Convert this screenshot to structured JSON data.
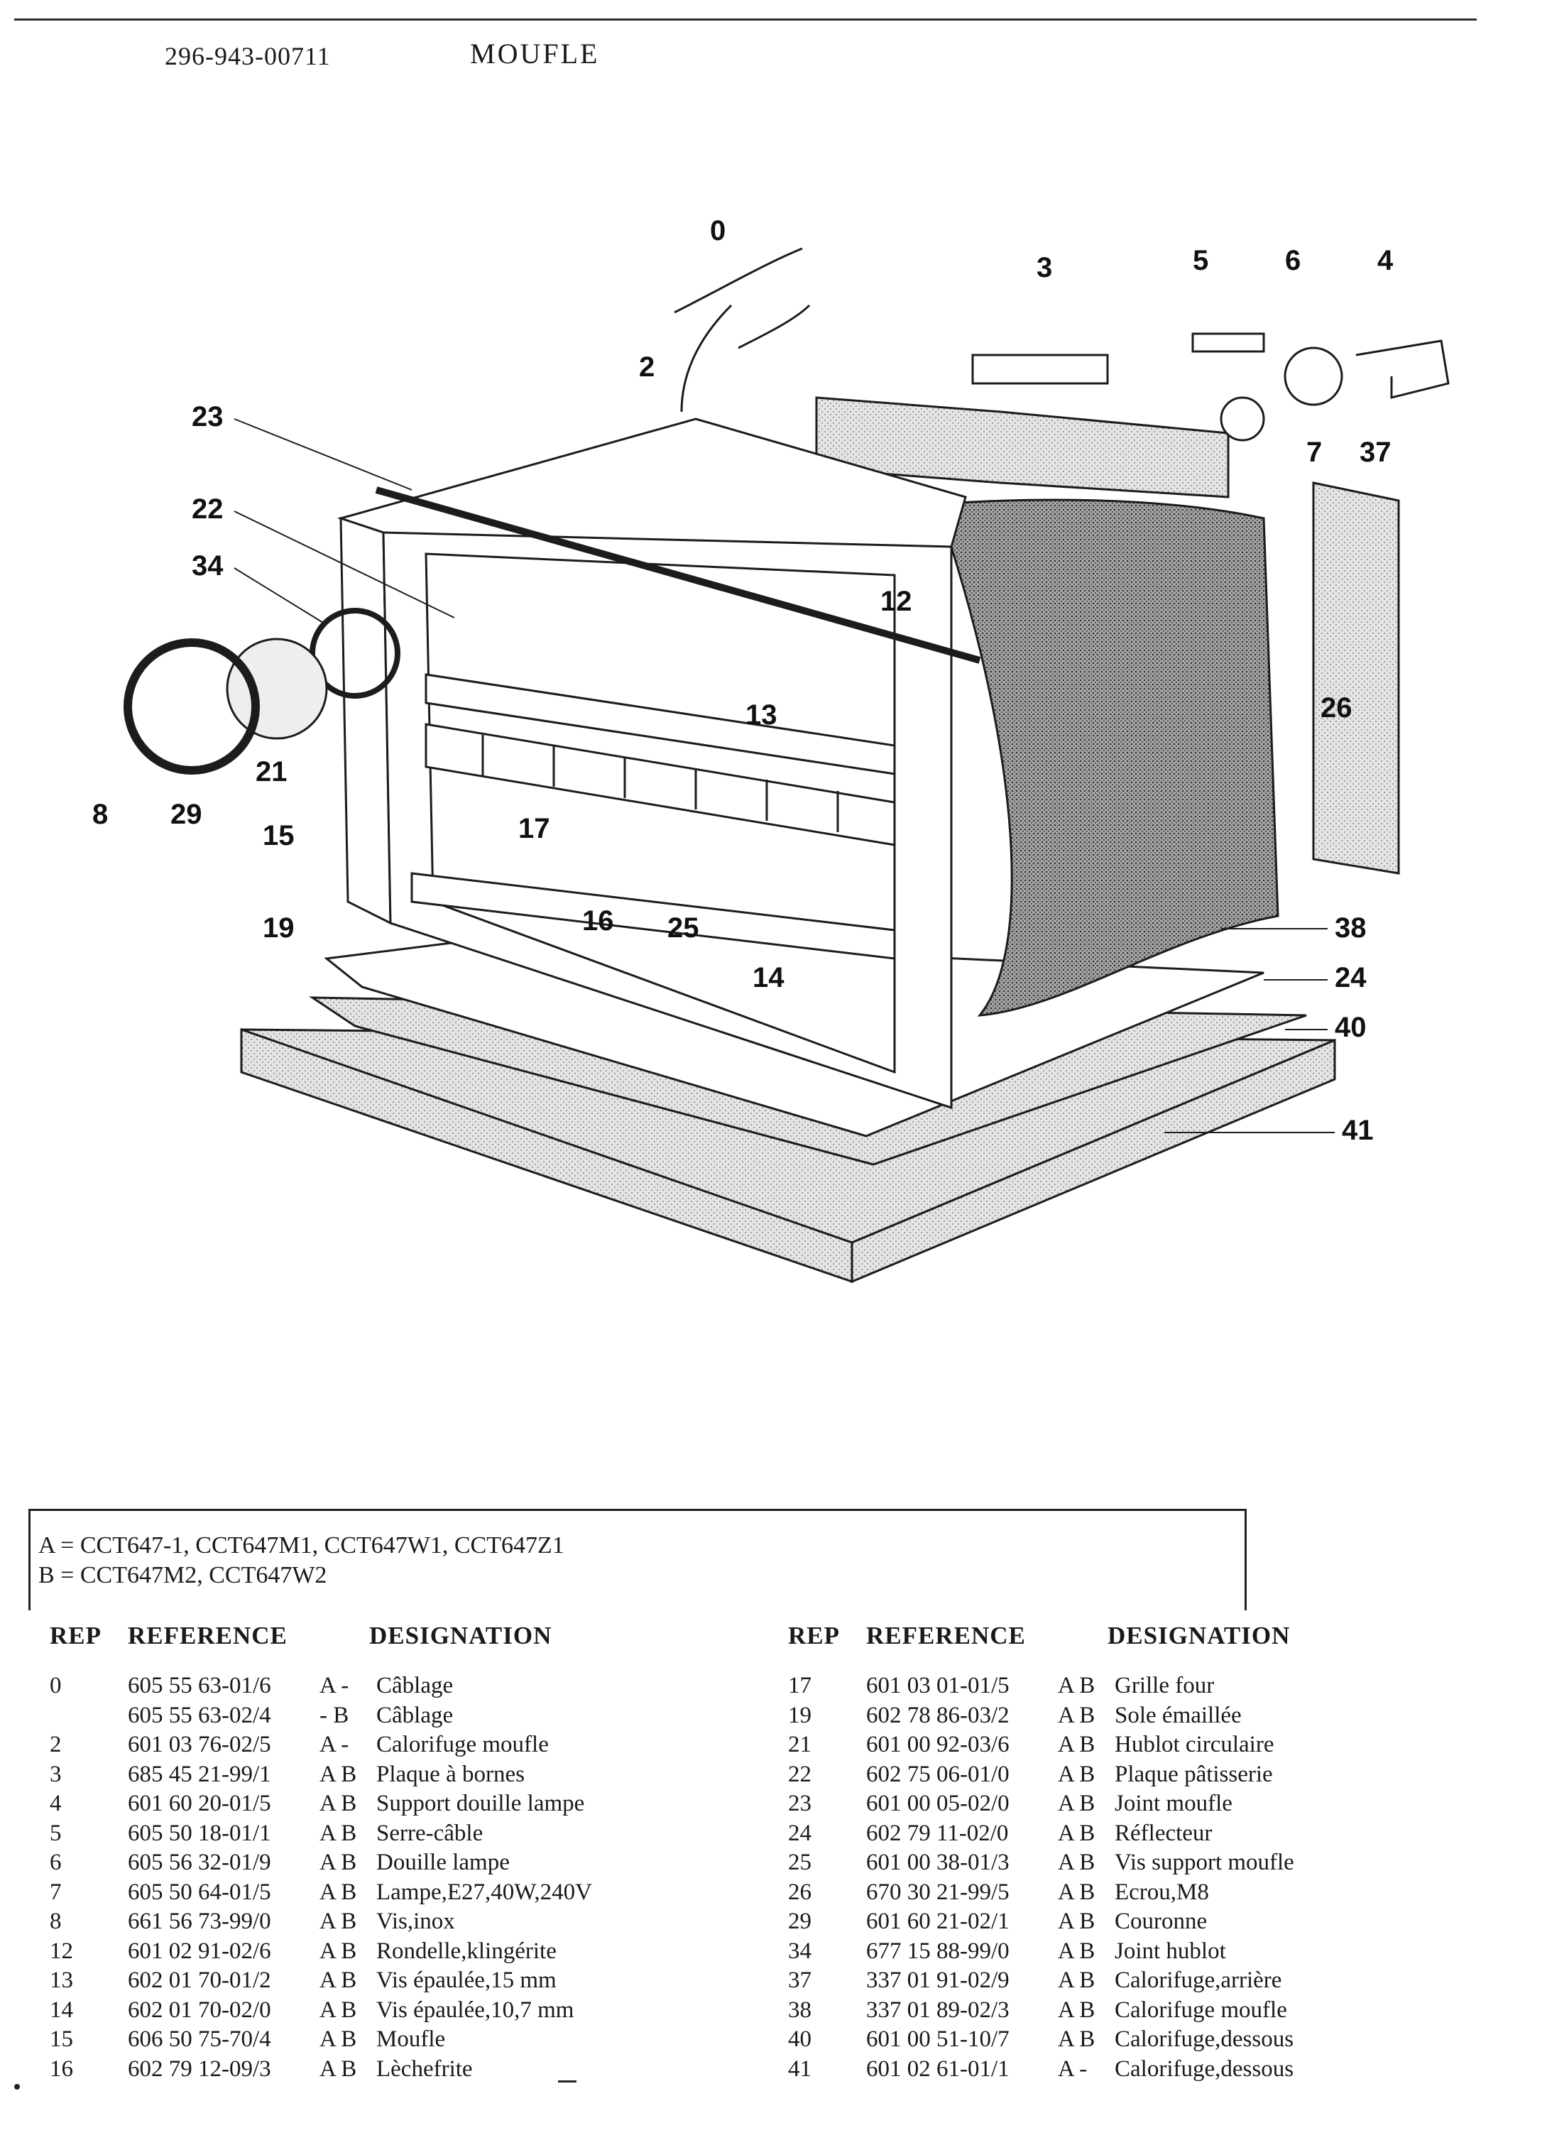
{
  "header": {
    "doc_code": "296-943-00711",
    "title": "MOUFLE"
  },
  "diagram": {
    "callouts": [
      "0",
      "2",
      "3",
      "5",
      "6",
      "4",
      "7",
      "37",
      "23",
      "22",
      "34",
      "12",
      "13",
      "26",
      "8",
      "29",
      "21",
      "15",
      "17",
      "19",
      "16",
      "25",
      "14",
      "38",
      "24",
      "40",
      "41"
    ]
  },
  "legend": {
    "line_a": "A = CCT647-1, CCT647M1, CCT647W1, CCT647Z1",
    "line_b": "B = CCT647M2, CCT647W2"
  },
  "table": {
    "headers": {
      "rep": "REP",
      "reference": "REFERENCE",
      "designation": "DESIGNATION"
    },
    "left": [
      {
        "rep": "0",
        "ref": "605 55 63-01/6",
        "ab": "A -",
        "des": "Câblage"
      },
      {
        "rep": "",
        "ref": "605 55 63-02/4",
        "ab": "- B",
        "des": "Câblage"
      },
      {
        "rep": "2",
        "ref": "601 03 76-02/5",
        "ab": "A -",
        "des": "Calorifuge moufle"
      },
      {
        "rep": "3",
        "ref": "685 45 21-99/1",
        "ab": "A B",
        "des": "Plaque à bornes"
      },
      {
        "rep": "4",
        "ref": "601 60 20-01/5",
        "ab": "A B",
        "des": "Support douille lampe"
      },
      {
        "rep": "5",
        "ref": "605 50 18-01/1",
        "ab": "A B",
        "des": "Serre-câble"
      },
      {
        "rep": "6",
        "ref": "605 56 32-01/9",
        "ab": "A B",
        "des": "Douille lampe"
      },
      {
        "rep": "7",
        "ref": "605 50 64-01/5",
        "ab": "A B",
        "des": "Lampe,E27,40W,240V"
      },
      {
        "rep": "8",
        "ref": "661 56 73-99/0",
        "ab": "A B",
        "des": "Vis,inox"
      },
      {
        "rep": "12",
        "ref": "601 02 91-02/6",
        "ab": "A B",
        "des": "Rondelle,klingérite"
      },
      {
        "rep": "13",
        "ref": "602 01 70-01/2",
        "ab": "A B",
        "des": "Vis épaulée,15 mm"
      },
      {
        "rep": "14",
        "ref": "602 01 70-02/0",
        "ab": "A B",
        "des": "Vis épaulée,10,7 mm"
      },
      {
        "rep": "15",
        "ref": "606 50 75-70/4",
        "ab": "A B",
        "des": "Moufle"
      },
      {
        "rep": "16",
        "ref": "602 79 12-09/3",
        "ab": "A B",
        "des": "Lèchefrite"
      }
    ],
    "right": [
      {
        "rep": "17",
        "ref": "601 03 01-01/5",
        "ab": "A B",
        "des": "Grille four"
      },
      {
        "rep": "19",
        "ref": "602 78 86-03/2",
        "ab": "A B",
        "des": "Sole émaillée"
      },
      {
        "rep": "21",
        "ref": "601 00 92-03/6",
        "ab": "A B",
        "des": "Hublot circulaire"
      },
      {
        "rep": "22",
        "ref": "602 75 06-01/0",
        "ab": "A B",
        "des": "Plaque pâtisserie"
      },
      {
        "rep": "23",
        "ref": "601 00 05-02/0",
        "ab": "A B",
        "des": "Joint moufle"
      },
      {
        "rep": "24",
        "ref": "602 79 11-02/0",
        "ab": "A B",
        "des": "Réflecteur"
      },
      {
        "rep": "25",
        "ref": "601 00 38-01/3",
        "ab": "A B",
        "des": "Vis support moufle"
      },
      {
        "rep": "26",
        "ref": "670 30 21-99/5",
        "ab": "A B",
        "des": "Ecrou,M8"
      },
      {
        "rep": "29",
        "ref": "601 60 21-02/1",
        "ab": "A B",
        "des": "Couronne"
      },
      {
        "rep": "34",
        "ref": "677 15 88-99/0",
        "ab": "A B",
        "des": "Joint hublot"
      },
      {
        "rep": "37",
        "ref": "337 01 91-02/9",
        "ab": "A B",
        "des": "Calorifuge,arrière"
      },
      {
        "rep": "38",
        "ref": "337 01 89-02/3",
        "ab": "A B",
        "des": "Calorifuge moufle"
      },
      {
        "rep": "40",
        "ref": "601 00 51-10/7",
        "ab": "A B",
        "des": "Calorifuge,dessous"
      },
      {
        "rep": "41",
        "ref": "601 02 61-01/1",
        "ab": "A -",
        "des": "Calorifuge,dessous"
      }
    ]
  }
}
